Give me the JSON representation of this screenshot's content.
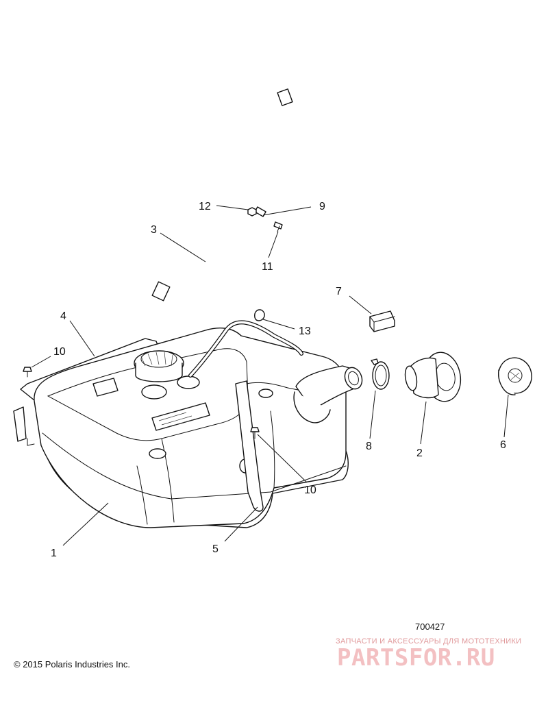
{
  "diagram": {
    "callouts": [
      {
        "id": "c1",
        "text": "1"
      },
      {
        "id": "c2",
        "text": "2"
      },
      {
        "id": "c3",
        "text": "3"
      },
      {
        "id": "c4",
        "text": "4"
      },
      {
        "id": "c5",
        "text": "5"
      },
      {
        "id": "c6",
        "text": "6"
      },
      {
        "id": "c7",
        "text": "7"
      },
      {
        "id": "c8",
        "text": "8"
      },
      {
        "id": "c9",
        "text": "9"
      },
      {
        "id": "c10a",
        "text": "10"
      },
      {
        "id": "c10b",
        "text": "10"
      },
      {
        "id": "c11",
        "text": "11"
      },
      {
        "id": "c12",
        "text": "12"
      },
      {
        "id": "c13",
        "text": "13"
      }
    ]
  },
  "footer": {
    "diagram_number": "700427",
    "copyright": "© 2015 Polaris Industries Inc."
  },
  "watermark": {
    "tagline": "ЗАПЧАСТИ И АКСЕССУАРЫ ДЛЯ МОТОТЕХНИКИ",
    "logo": "PARTSFOR.RU"
  }
}
